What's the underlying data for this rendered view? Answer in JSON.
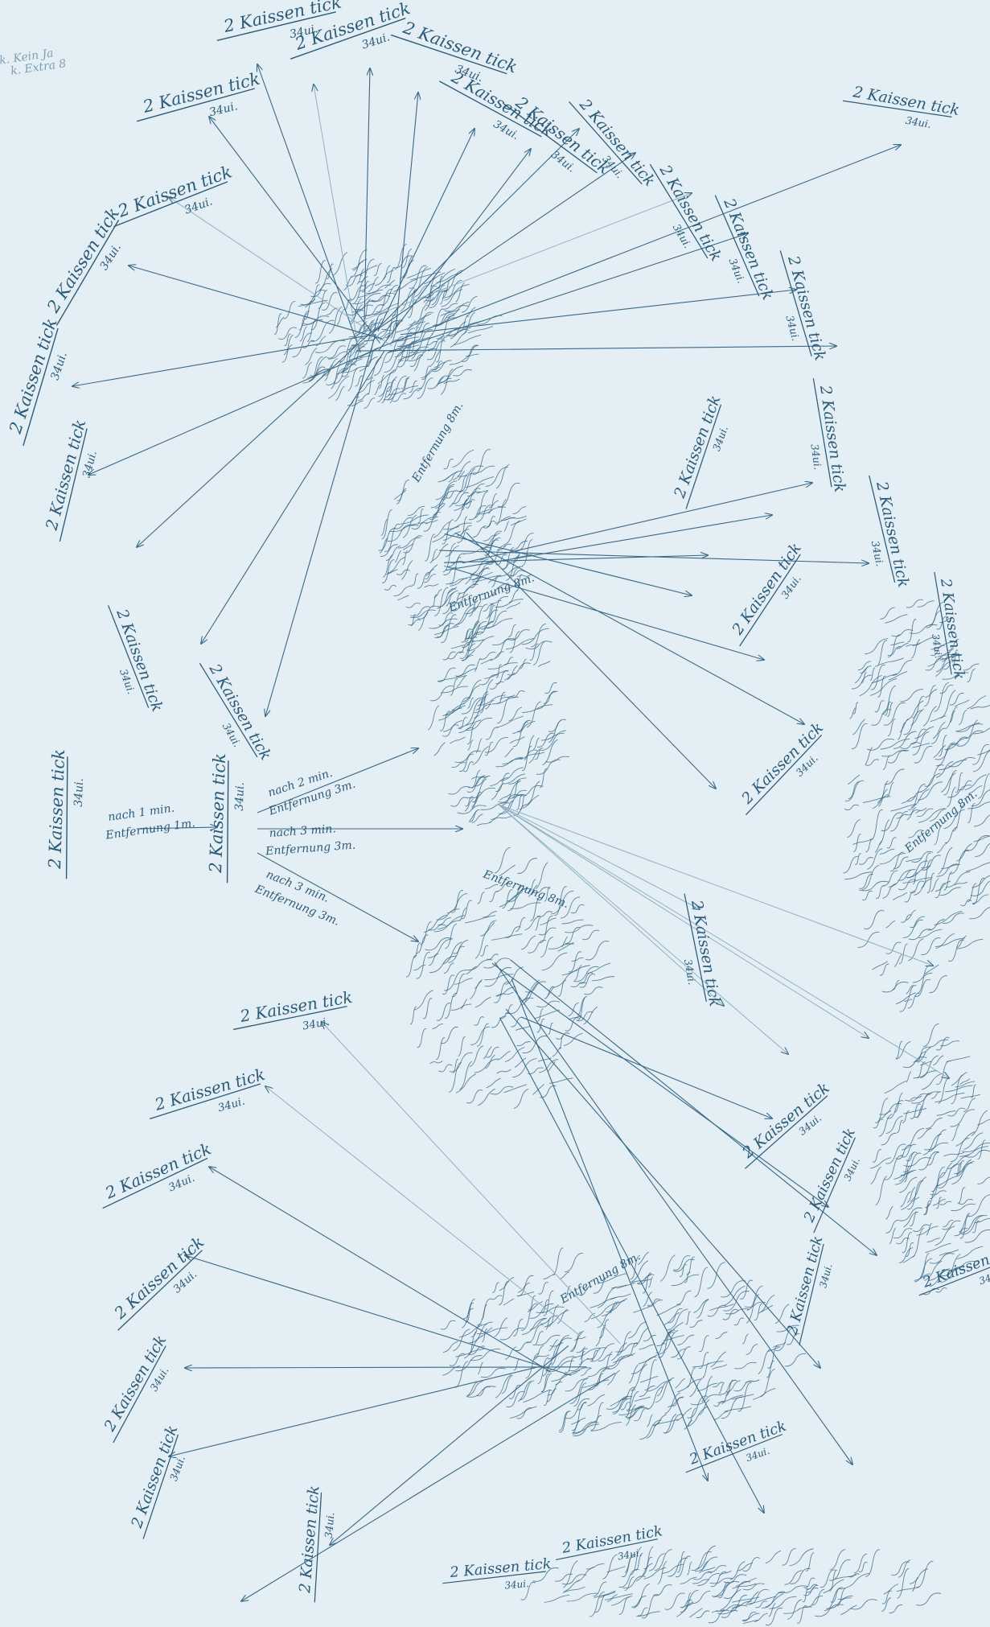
{
  "artwork": {
    "background_color": "#e4eff5",
    "ink_color": "#2c5b78",
    "corner_note": [
      "k. Kein Ja",
      "k. Extra 8"
    ],
    "unit_label": "2 Kaissen tick",
    "unit_sublabel": "34ui.",
    "chain_labels": [
      {
        "top": "nach 1 min.",
        "bottom": "Entfernung 1m."
      },
      {
        "top": "nach 2 min.",
        "bottom": "Entfernung 3m."
      },
      {
        "top": "nach 3 min.",
        "bottom": "Entfernung 3m."
      },
      {
        "top": "nach 3 min.",
        "bottom": "Entfernung 3m."
      }
    ],
    "cluster_label": "Entfernung 8m."
  }
}
